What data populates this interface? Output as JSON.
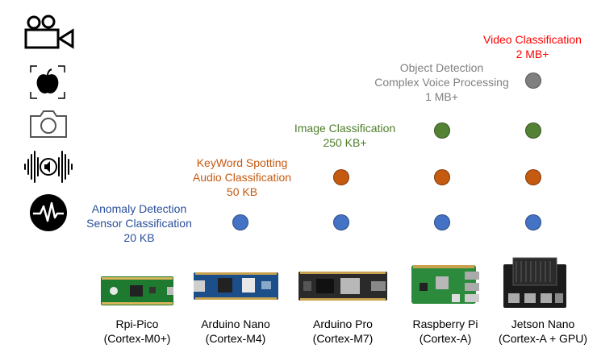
{
  "colors": {
    "anomaly": "#2a4f9b",
    "keyword": "#c55a11",
    "image": "#4e7d2a",
    "object": "#808080",
    "video": "#ff0000",
    "dot_blue": "#4472c4",
    "dot_orange": "#c55a11",
    "dot_green": "#548235",
    "dot_gray": "#7f7f7f"
  },
  "icons": [
    "video-camera-icon",
    "apple-focus-icon",
    "photo-camera-icon",
    "audio-wave-icon",
    "sensor-signal-icon"
  ],
  "tasks": {
    "anomaly": {
      "line1": "Anomaly Detection",
      "line2": "Sensor Classification",
      "line3": "20 KB"
    },
    "keyword": {
      "line1": "KeyWord Spotting",
      "line2": "Audio Classification",
      "line3": "50 KB"
    },
    "image": {
      "line1": "Image  Classification",
      "line2": "250 KB+"
    },
    "object": {
      "line1": "Object Detection",
      "line2": "Complex Voice Processing",
      "line3": "1 MB+"
    },
    "video": {
      "line1": "Video  Classification",
      "line2": "2 MB+"
    }
  },
  "boards": [
    {
      "name": "Rpi-Pico",
      "core": "(Cortex-M0+)"
    },
    {
      "name": "Arduino Nano",
      "core": "(Cortex-M4)"
    },
    {
      "name": "Arduino Pro",
      "core": "(Cortex-M7)"
    },
    {
      "name": "Raspberry Pi",
      "core": "(Cortex-A)"
    },
    {
      "name": "Jetson Nano",
      "core": "(Cortex-A + GPU)"
    }
  ]
}
